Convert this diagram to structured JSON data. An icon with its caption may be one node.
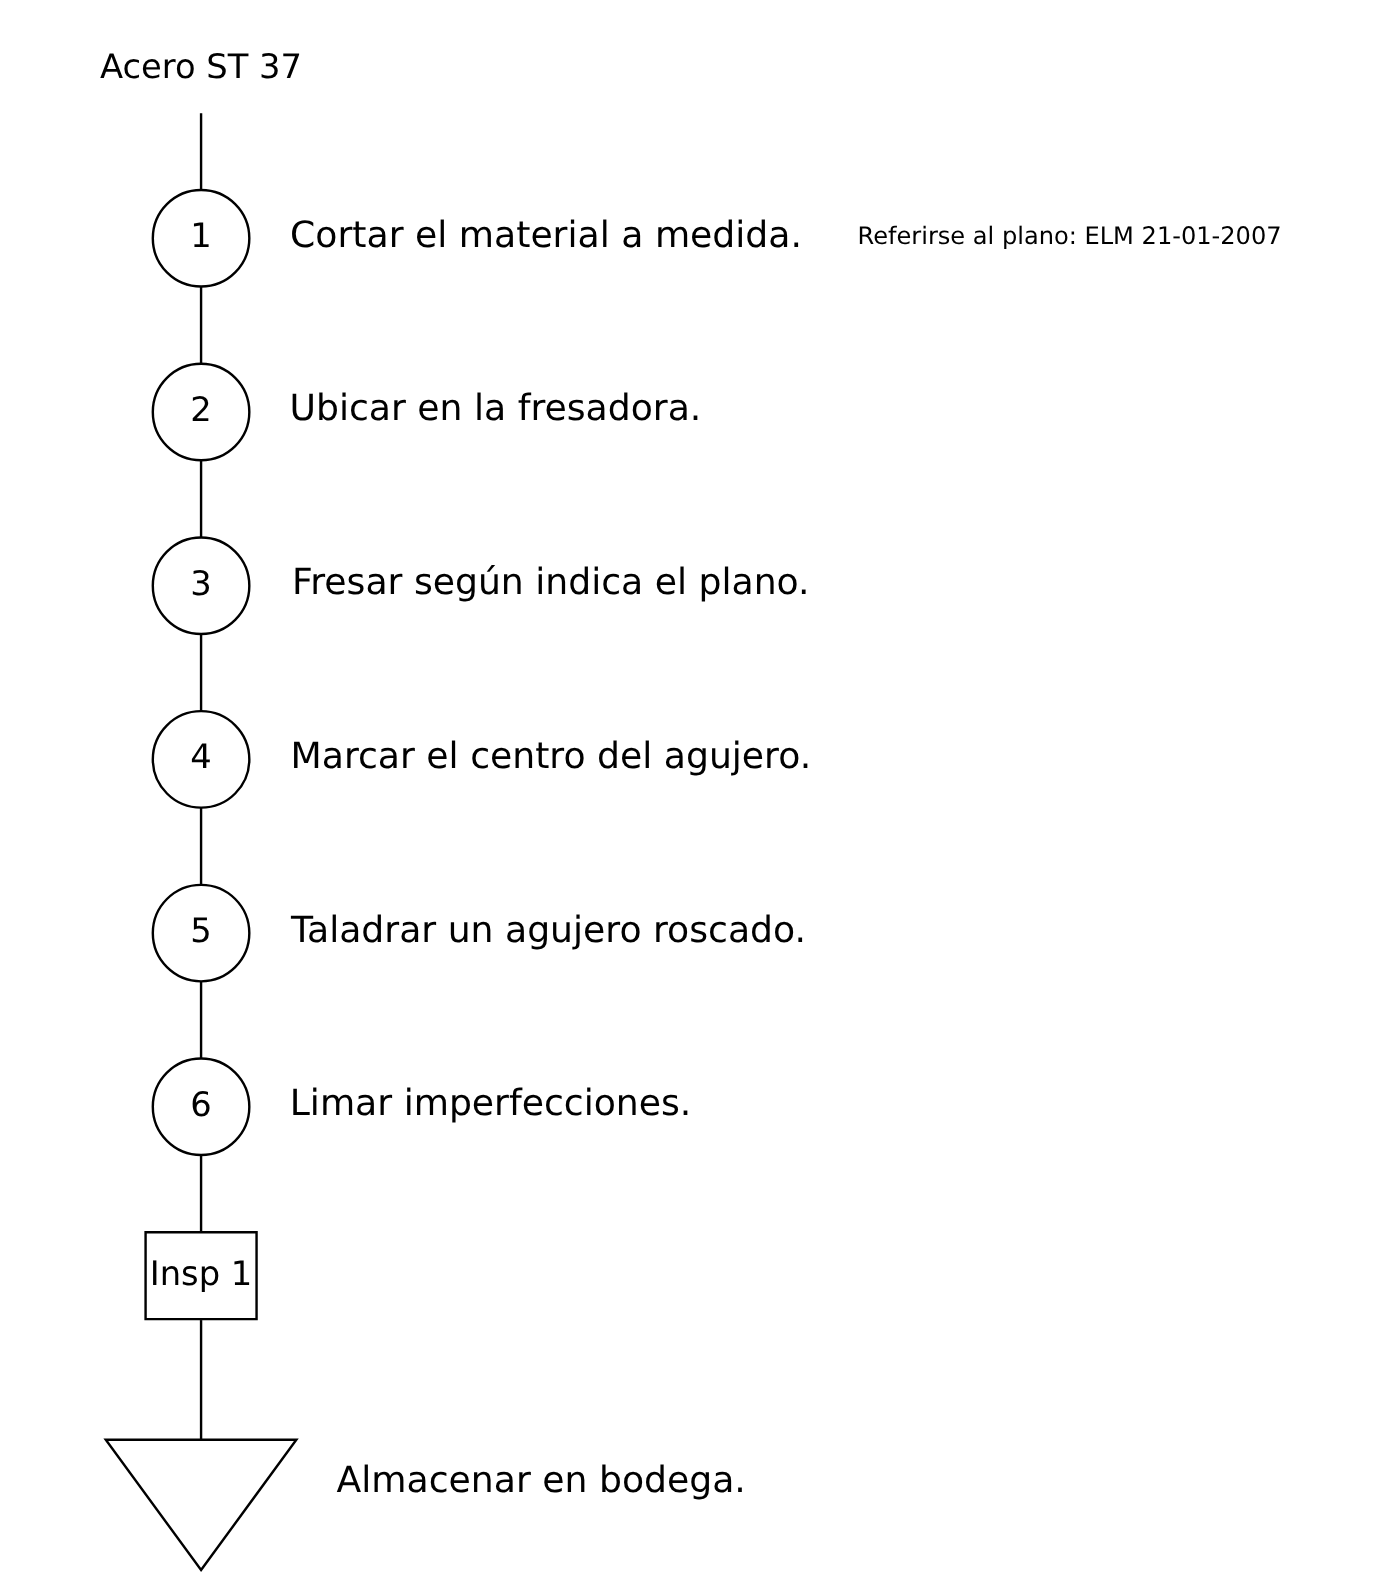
{
  "diagram": {
    "nodes": [
      {
        "text": [
          "Acero ST 37"
        ]
      },
      {
        "text": [
          "1"
        ],
        "beside": [
          "Cortar el material a medida."
        ]
      },
      {
        "text": [
          "2"
        ],
        "beside": [
          "Ubicar en la fresadora."
        ]
      },
      {
        "text": [
          "3"
        ],
        "beside": [
          "Fresar según indica el plano."
        ]
      },
      {
        "text": [
          "4"
        ],
        "beside": [
          "Marcar el centro del agujero."
        ]
      },
      {
        "text": [
          "5"
        ],
        "beside": [
          "Taladrar un agujero roscado."
        ]
      },
      {
        "text": [
          "6"
        ],
        "beside": [
          "Limar imperfecciones."
        ]
      },
      {
        "text": [
          "Insp 1"
        ]
      },
      {
        "text": [],
        "shape": "triangle",
        "beside": [
          "Almacenar en bodega."
        ]
      }
    ],
    "edges": [
      {
        "from": 0,
        "to": 1,
        "arrow": "none"
      },
      {
        "from": 1,
        "to": 2,
        "arrow": "none"
      },
      {
        "from": 2,
        "to": 3,
        "arrow": "none"
      },
      {
        "from": 3,
        "to": 4,
        "arrow": "none"
      },
      {
        "from": 4,
        "to": 5,
        "arrow": "none"
      },
      {
        "from": 5,
        "to": 6,
        "arrow": "none"
      },
      {
        "from": 6,
        "to": 7,
        "arrow": "none"
      },
      {
        "from": 7,
        "to": 8,
        "arrow": "none"
      }
    ],
    "labels": [
      "Referirse al plano: ELM 21-01-2007"
    ]
  }
}
